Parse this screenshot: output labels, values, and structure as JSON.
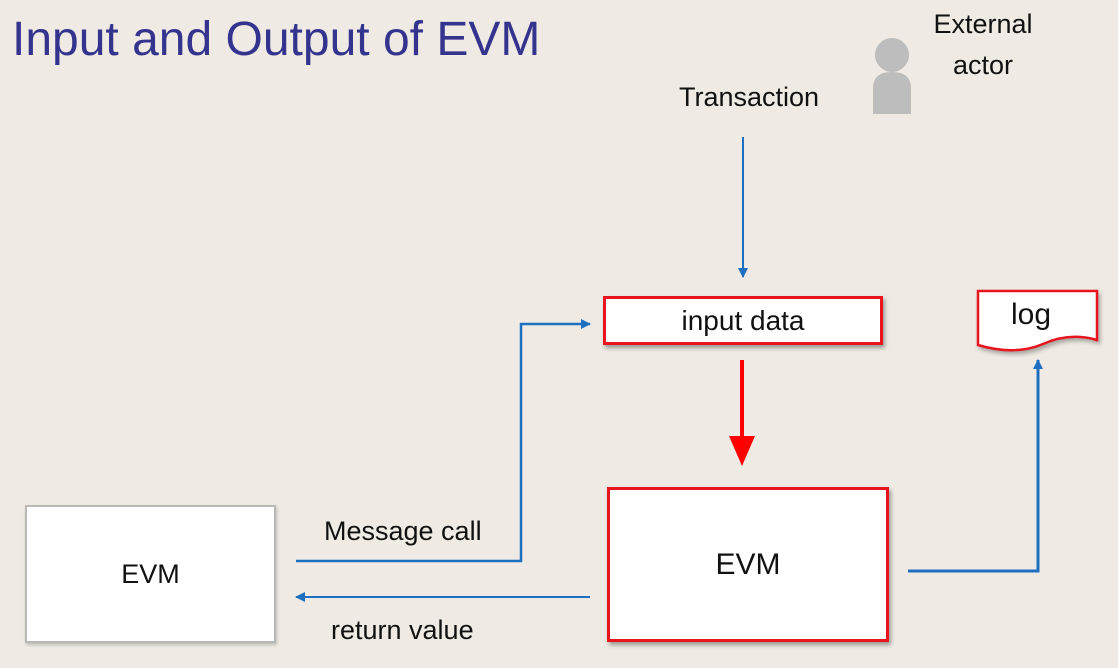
{
  "title": "Input and Output of EVM",
  "actor": {
    "label_line1": "External",
    "label_line2": "actor"
  },
  "labels": {
    "transaction": "Transaction",
    "message_call": "Message call",
    "return_value": "return value"
  },
  "nodes": {
    "input_data": "input data",
    "evm_main": "EVM",
    "evm_other": "EVM",
    "log": "log"
  },
  "colors": {
    "title": "#34348f",
    "background": "#efebe4",
    "arrow_blue": "#1f6fc0",
    "arrow_red": "#ff0000",
    "box_red_border": "#e8151e",
    "box_gray_border": "#b8b8b8",
    "person_icon": "#bdbdbd"
  }
}
